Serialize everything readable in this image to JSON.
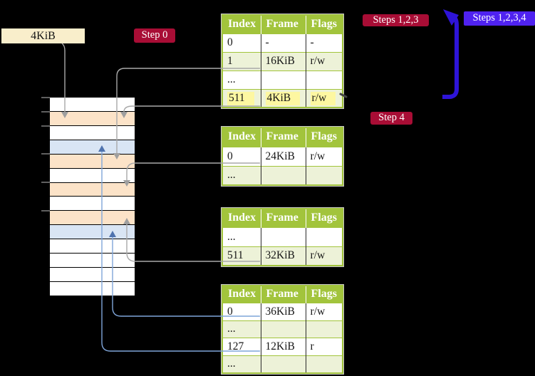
{
  "labels": {
    "page_size": "4KiB",
    "step0": "Step 0",
    "steps123": "Steps 1,2,3",
    "steps1234": "Steps 1,2,3,4",
    "step4": "Step 4"
  },
  "table_headers": [
    "Index",
    "Frame",
    "Flags"
  ],
  "tables": [
    {
      "rows": [
        {
          "cells": [
            "0",
            "-",
            "-"
          ]
        },
        {
          "cells": [
            "1",
            "16KiB",
            "r/w"
          ],
          "shade": true
        },
        {
          "cells": [
            "...",
            "",
            ""
          ]
        },
        {
          "cells": [
            "511",
            "4KiB",
            "r/w"
          ],
          "shade": true,
          "highlight": true
        }
      ]
    },
    {
      "rows": [
        {
          "cells": [
            "0",
            "24KiB",
            "r/w"
          ]
        },
        {
          "cells": [
            "...",
            "",
            ""
          ],
          "shade": true
        }
      ]
    },
    {
      "rows": [
        {
          "cells": [
            "...",
            "",
            ""
          ]
        },
        {
          "cells": [
            "511",
            "32KiB",
            "r/w"
          ],
          "shade": true
        }
      ]
    },
    {
      "rows": [
        {
          "cells": [
            "0",
            "36KiB",
            "r/w"
          ]
        },
        {
          "cells": [
            "...",
            "",
            ""
          ],
          "shade": true
        },
        {
          "cells": [
            "127",
            "12KiB",
            "r"
          ]
        },
        {
          "cells": [
            "...",
            "",
            ""
          ],
          "shade": true
        }
      ]
    }
  ],
  "memory": {
    "rows": [
      "white",
      "peach",
      "white",
      "blue",
      "peach",
      "white",
      "peach",
      "white",
      "peach",
      "blue",
      "white",
      "white",
      "white",
      "white"
    ]
  },
  "colors": {
    "crimson": "#a80d35",
    "violet": "#4f22f0",
    "arrowblue": "#2e14d8",
    "tablegreen": "#a2c43c",
    "rowgreen": "#edf2d8",
    "highlight": "#fdf7a1",
    "peach": "#fce3c8",
    "lightblue": "#d9e5f4",
    "cream": "#f9eecb",
    "grayline": "#a9a9a9",
    "blueline": "#7fa5d9",
    "bluehead": "#4f73ae"
  }
}
